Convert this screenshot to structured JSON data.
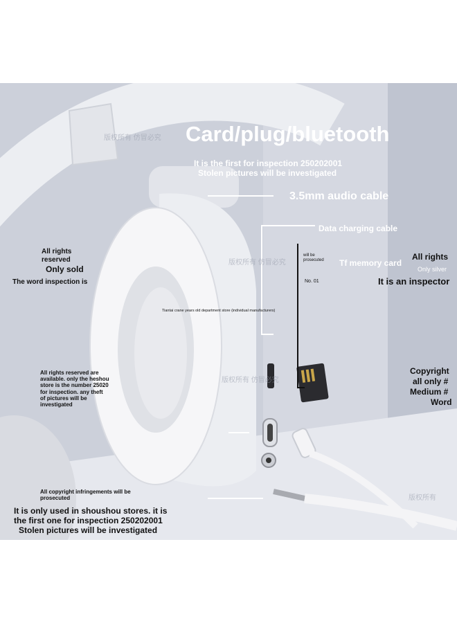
{
  "headline": "Card/plug/bluetooth",
  "inspection_notice": {
    "line1": "It is the first for inspection 250202001",
    "line2": "Stolen pictures will be investigated"
  },
  "callouts": {
    "audio_cable": "3.5mm audio cable",
    "charging_cable": "Data charging cable",
    "tf_card": "Tf memory card",
    "will_be_prosecuted": "will be prosecuted",
    "no_01": "No. 01"
  },
  "left_notes": {
    "all_rights_reserved": "All rights reserved",
    "only_sold": "Only sold",
    "word_inspection": "The word inspection is",
    "block": "All rights reserved are available. only the heshou store is the number 25020 for inspection. any theft of pictures will be investigated",
    "copyright_infringements": "All copyright infringements will be prosecuted",
    "bottom_line1": "It is only used in shoushou stores. it is",
    "bottom_line2": "the first one for inspection 250202001",
    "bottom_line3": "Stolen pictures will be investigated"
  },
  "right_notes": {
    "all_rights": "All rights",
    "only_silver": "Only silver",
    "inspector": "It is an inspector",
    "copyright_line1": "Copyright",
    "copyright_line2": "all only #",
    "copyright_line3": "Medium #",
    "copyright_line4": "Word"
  },
  "center_note": "Tiantai crane years old department store (individual manufacturers)",
  "colors": {
    "background": "#c9ccd6",
    "headphone": "#f4f4f6",
    "text_dark": "#111111",
    "text_light": "#ffffff"
  }
}
